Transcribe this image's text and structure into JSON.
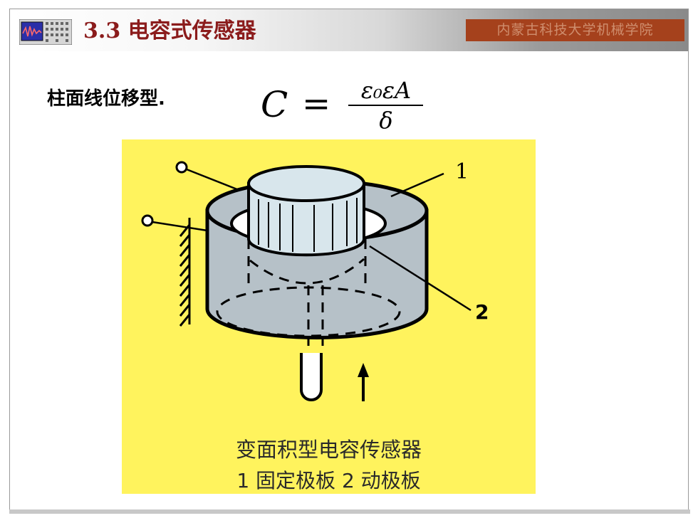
{
  "header": {
    "title": "3.3 电容式传感器",
    "institution": "内蒙古科技大学机械学院"
  },
  "content": {
    "subtitle": "柱面线位移型.",
    "formula": {
      "lhs": "C",
      "eq": "=",
      "numerator": "ε₀εA",
      "denominator": "δ"
    }
  },
  "figure": {
    "label_1": "1",
    "label_2": "2",
    "caption": "变面积型电容传感器",
    "legend": "1 固定极板 2 动极板"
  },
  "colors": {
    "title": "#8b1c1c",
    "badge_bg": "#a5411c",
    "badge_text": "#cf8e6e",
    "figure_bg": "#fff35d",
    "outer_cylinder": "#b6c1c8",
    "inner_cylinder": "#d8e6ec"
  },
  "icons": {
    "header_logo": "oscilloscope-panel-icon"
  }
}
